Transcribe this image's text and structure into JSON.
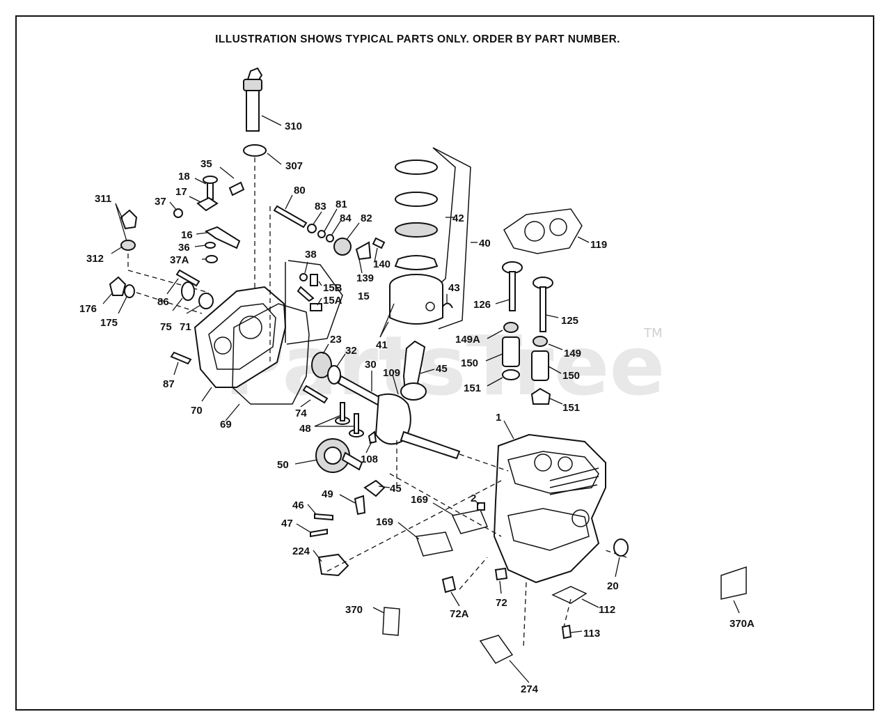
{
  "heading": "ILLUSTRATION SHOWS TYPICAL PARTS ONLY. ORDER BY PART NUMBER.",
  "watermark": "PartsTree",
  "trademark": "TM",
  "labels": {
    "l310": "310",
    "l307": "307",
    "l35": "35",
    "l18": "18",
    "l17": "17",
    "l37": "37",
    "l311": "311",
    "l312": "312",
    "l16": "16",
    "l36": "36",
    "l37A": "37A",
    "l80": "80",
    "l83": "83",
    "l81": "81",
    "l84": "84",
    "l82": "82",
    "l42": "42",
    "l40": "40",
    "l119": "119",
    "l38": "38",
    "l15B": "15B",
    "l15A": "15A",
    "l15": "15",
    "l140": "140",
    "l139": "139",
    "l43": "43",
    "l41": "41",
    "l176": "176",
    "l175": "175",
    "l86": "86",
    "l75": "75",
    "l71": "71",
    "l126": "126",
    "l125": "125",
    "l149A": "149A",
    "l149": "149",
    "l150a": "150",
    "l150b": "150",
    "l151a": "151",
    "l151b": "151",
    "l23": "23",
    "l32": "32",
    "l30": "30",
    "l109": "109",
    "l45a": "45",
    "l87": "87",
    "l70": "70",
    "l69": "69",
    "l74": "74",
    "l48": "48",
    "l1": "1",
    "l108": "108",
    "l50": "50",
    "l45b": "45",
    "l49": "49",
    "l46": "46",
    "l47": "47",
    "l224": "224",
    "l169a": "169",
    "l169b": "169",
    "l2": "2",
    "l20": "20",
    "l72": "72",
    "l72A": "72A",
    "l370": "370",
    "l112": "112",
    "l113": "113",
    "l274": "274",
    "l370A": "370A"
  }
}
